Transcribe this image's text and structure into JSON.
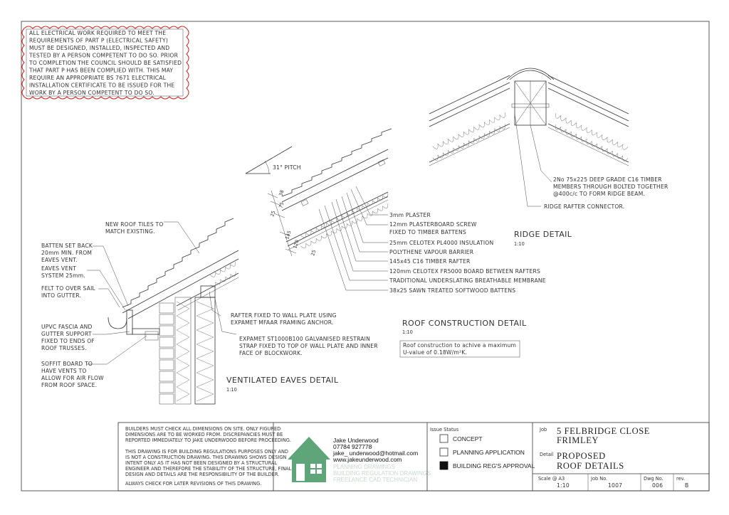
{
  "electrical_note": [
    "ALL ELECTRICAL WORK REQUIRED TO MEET THE",
    "REQUIREMENTS OF PART P (ELECTRICAL SAFETY)",
    "MUST BE DESIGNED, INSTALLED, INSPECTED AND",
    "TESTED BY A PERSON COMPETENT TO DO SO. PRIOR",
    "TO COMPLETION THE COUNCIL SHOULD BE SATISFIED",
    "THAT PART P HAS BEEN COMPLIED WITH. THIS MAY",
    "REQUIRE AN APPROPRIATE BS 7671 ELECTRICAL",
    "INSTALLATION CERTIFICATE TO BE ISSUED FOR THE",
    "WORK BY A PERSON COMPETENT TO DO SO."
  ],
  "pitch_label": "31° PITCH",
  "dimensions": [
    "38",
    "75",
    "25",
    "145",
    "120",
    "25"
  ],
  "roof_layers": [
    "3mm PLASTER",
    "12mm PLASTERBOARD SCREW",
    "FIXED TO TIMBER BATTENS",
    "25mm CELOTEX PL4000 INSULATION",
    "POLYTHENE VAPOUR BARRIER",
    "145x45 C16 TIMBER RAFTER",
    "120mm CELOTEX FR5000 BOARD BETWEEN RAFTERS",
    "TRADITIONAL UNDERSLATING BREATHABLE MEMBRANE",
    "38x25 SAWN TREATED SOFTWOOD BATTENS"
  ],
  "ridge": {
    "beam_note": [
      "2No 75x225 DEEP GRADE C16 TIMBER",
      "MEMBERS THROUGH BOLTED TOGETHER",
      "@400c/c TO FORM RIDGE BEAM."
    ],
    "connector_note": "RIDGE RAFTER CONNECTOR.",
    "title": "RIDGE DETAIL",
    "scale": "1:10"
  },
  "roof_construction": {
    "title": "ROOF CONSTRUCTION DETAIL",
    "scale": "1:10",
    "note_line1": "Roof construction to achive a maximum",
    "note_line2": "U-value of   0.18W/m²K."
  },
  "eaves_labels": {
    "tiles": [
      "NEW ROOF TILES TO",
      "MATCH EXISTING."
    ],
    "batten": [
      "BATTEN SET BACK",
      "20mm MIN. FROM",
      "EAVES VENT."
    ],
    "vent": [
      "EAVES VENT",
      "SYSTEM 25mm."
    ],
    "felt": [
      "FELT TO OVER SAIL",
      "INTO GUTTER."
    ],
    "fascia": [
      "UPVC FASCIA AND",
      "GUTTER SUPPORT",
      "FIXED TO ENDS OF",
      "ROOF TRUSSES."
    ],
    "soffit": [
      "SOFFIT BOARD TO",
      "HAVE VENTS TO",
      "ALLOW FOR AIR FLOW",
      "FROM ROOF SPACE."
    ],
    "rafter_fixed": [
      "RAFTER FIXED TO WALL PLATE USING",
      "EXPAMET MFAAR FRAMING ANCHOR."
    ],
    "strap": [
      "EXPAMET ST1000B100 GALVANISED RESTRAIN",
      "STRAP FIXED TO TOP OF WALL PLATE AND INNER",
      "FACE OF BLOCKWORK."
    ]
  },
  "eaves_detail": {
    "title": "VENTILATED EAVES DETAIL",
    "scale": "1:10"
  },
  "title_block": {
    "disclaimer": [
      "BUILDERS MUST CHECK ALL DIMENSIONS ON SITE. ONLY FIGURED",
      "DIMENSIONS ARE TO BE WORKED FROM. DISCREPANCIES MUST BE",
      "REPORTED IMMEDIATELY TO JAKE UNDERWOOD BEFORE PROCEEDING.",
      "",
      "THIS DRAWING IS FOR BUILDING REGULATIONS PURPOSES ONLY AND",
      "IS NOT A CONSTRUCTION DRAWING. THIS DRAWING SHOWS DESIGN",
      "INTENT ONLY AS IT HAS NOT BEEN DESIGNED BY A STRUCTURAL",
      "ENGINEER AND THEREFORE THE STABILITY OF THE STRUCTURE, FINAL",
      "DESIGN AND DETAILS ARE THE RESPONSIBILITY OF THE BUILDER.",
      "",
      "ALWAYS CHECK FOR LATER REVISIONS OF THIS DRAWING."
    ],
    "contact": [
      "Jake Underwood",
      "07784 927778",
      "jake_ underwood@hotmail.com",
      "www.jakeunderwood.com"
    ],
    "services": [
      "PLANNING DRAWINGS",
      "BUILDING REGULATION DRAWINGS",
      "FREELANCE CAD TECHNICIAN"
    ],
    "issue_status_label": "Issue Status",
    "issue_options": [
      {
        "label": "CONCEPT",
        "checked": false
      },
      {
        "label": "PLANNING APPLICATION",
        "checked": false
      },
      {
        "label": "BUILDING REG'S APPROVAL",
        "checked": true
      }
    ],
    "job_label": "Job",
    "job_line1": "5  FELBRIDGE  CLOSE",
    "job_line2": "FRIMLEY",
    "detail_label": "Detail",
    "detail_line1": "PROPOSED",
    "detail_line2": "ROOF DETAILS",
    "scale_label": "Scale @ A3",
    "scale_value": "1:10",
    "job_no_label": "Job No.",
    "job_no_value": "1007",
    "dwg_no_label": "Dwg No.",
    "dwg_no_value": "006",
    "rev_label": "rev.",
    "rev_value": "B"
  },
  "colors": {
    "logo_green": "#5fa57a",
    "services_text": "#c8d8cc",
    "cloud_red": "#d21f1f"
  }
}
